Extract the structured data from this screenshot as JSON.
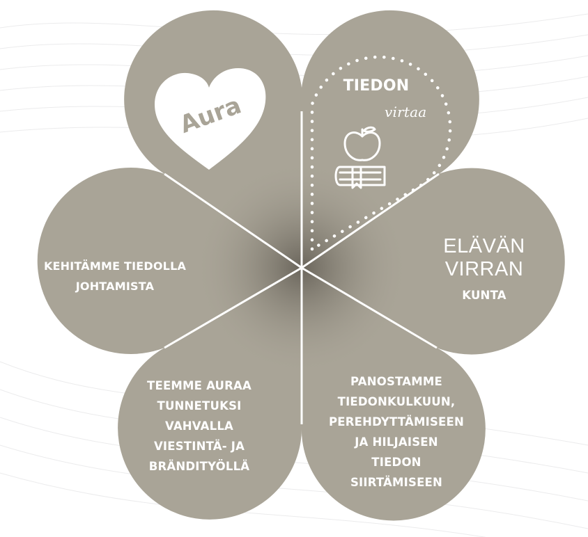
{
  "colors": {
    "petal": "#a9a497",
    "petal_shadow": "#6f6a60",
    "text": "#ffffff",
    "background": "#ffffff",
    "background_lines": "#e9e9ea"
  },
  "petals": {
    "top_left": {
      "heart_text": "Aura",
      "icon": "heart-icon"
    },
    "top_right": {
      "title": "TIEDON",
      "subtitle": "virtaa",
      "icon": "apple-on-book-icon"
    },
    "right": {
      "line1": "ELÄVÄN",
      "line2": "VIRRAN",
      "line3": "KUNTA"
    },
    "bottom_right": {
      "lines": [
        "PANOSTAMME",
        "TIEDONKULKUUN,",
        "PEREHDYTTÄMISEEN",
        "JA HILJAISEN",
        "TIEDON",
        "SIIRTÄMISEEN"
      ]
    },
    "bottom_left": {
      "lines": [
        "TEEMME AURAA",
        "TUNNETUKSI",
        "VAHVALLA",
        "VIESTINTÄ- JA",
        "BRÄNDITYÖLLÄ"
      ]
    },
    "left": {
      "lines": [
        "KEHITÄMME TIEDOLLA",
        "JOHTAMISTA"
      ]
    }
  }
}
